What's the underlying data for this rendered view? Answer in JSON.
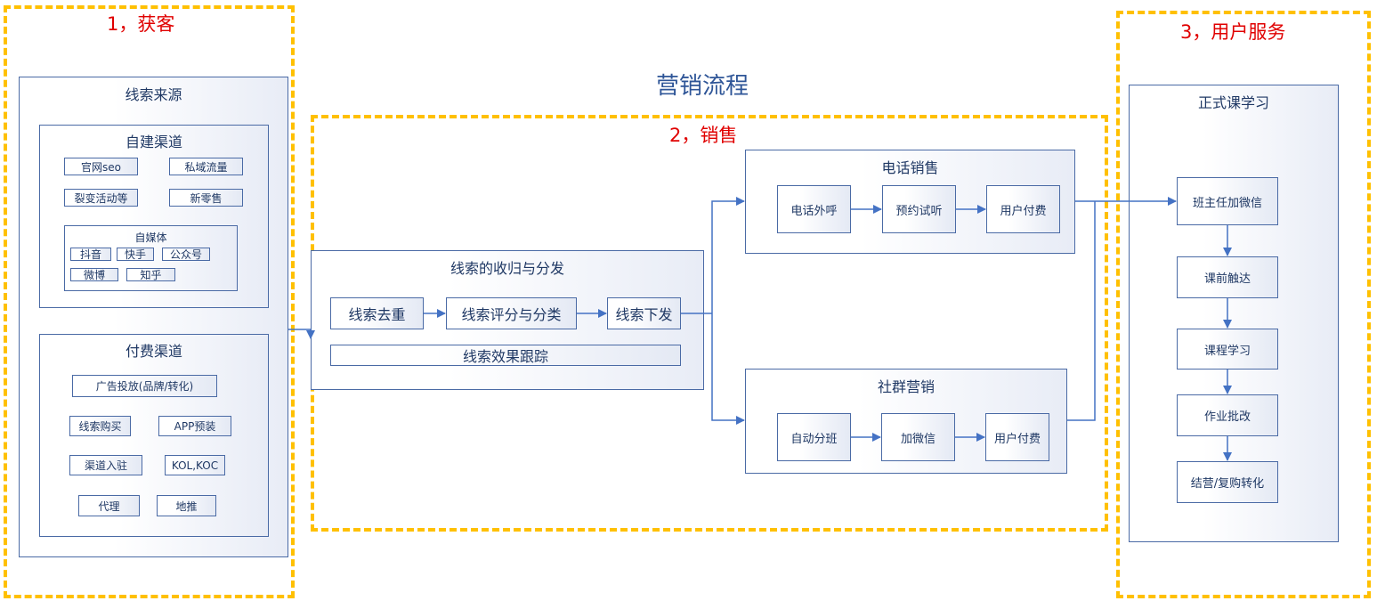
{
  "main_title": "营销流程",
  "stage_titles": {
    "acquire": "1，获客",
    "sales": "2，销售",
    "service": "3，用户服务"
  },
  "lead_source": {
    "title": "线索来源",
    "self_built": {
      "title": "自建渠道",
      "items": [
        "官网seo",
        "私域流量",
        "裂变活动等",
        "新零售"
      ],
      "we_media": {
        "title": "自媒体",
        "items": [
          "抖音",
          "快手",
          "公众号",
          "微博",
          "知乎"
        ]
      }
    },
    "paid": {
      "title": "付费渠道",
      "items": [
        "广告投放(品牌/转化)",
        "线索购买",
        "APP预装",
        "渠道入驻",
        "KOL,KOC",
        "代理",
        "地推"
      ]
    }
  },
  "lead_processing": {
    "title": "线索的收归与分发",
    "steps": [
      "线索去重",
      "线索评分与分类",
      "线索下发"
    ],
    "tracking": "线索效果跟踪"
  },
  "phone_sales": {
    "title": "电话销售",
    "steps": [
      "电话外呼",
      "预约试听",
      "用户付费"
    ]
  },
  "community": {
    "title": "社群营销",
    "steps": [
      "自动分班",
      "加微信",
      "用户付费"
    ]
  },
  "formal_course": {
    "title": "正式课学习",
    "steps": [
      "班主任加微信",
      "课前触达",
      "课程学习",
      "作业批改",
      "结营/复购转化"
    ]
  },
  "colors": {
    "dash": "#ffc000",
    "stage_title": "#e00000",
    "main_title": "#2e5597",
    "border": "#4a6aa5",
    "arrow": "#4472c4"
  }
}
